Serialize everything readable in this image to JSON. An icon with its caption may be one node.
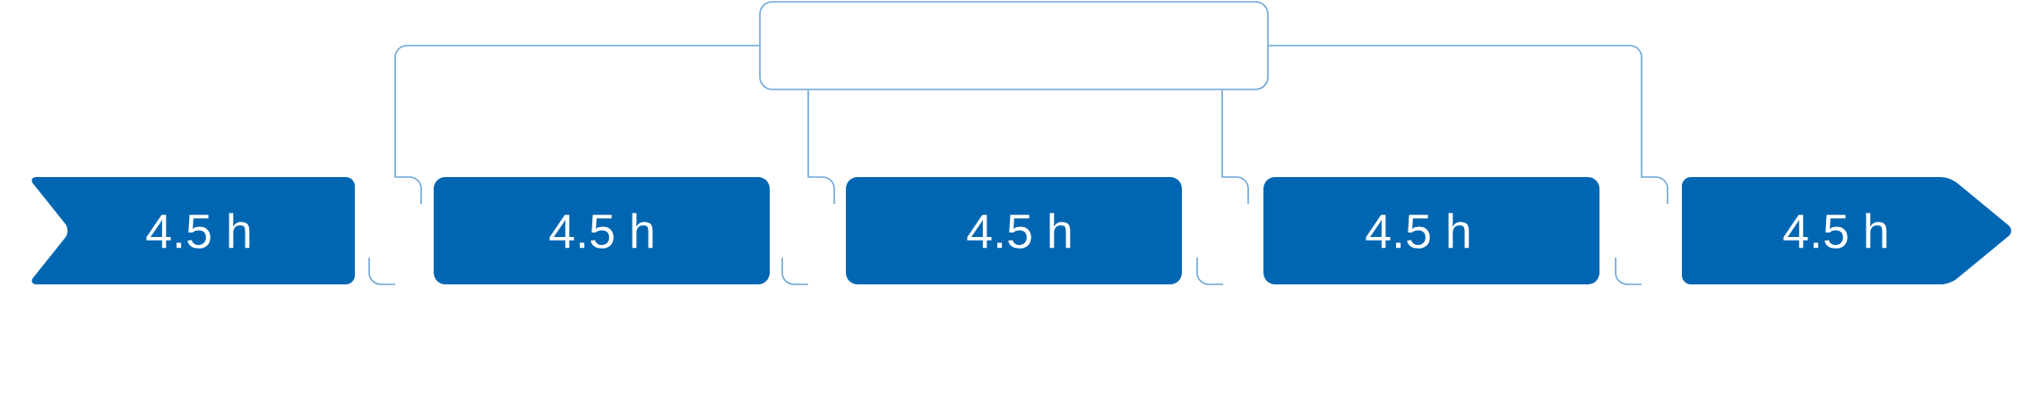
{
  "diagram": {
    "nodes": [
      {
        "text": [],
        "shape": "box"
      },
      {
        "text": [
          "4.5 h"
        ]
      },
      {
        "text": [
          "4.5 h"
        ]
      },
      {
        "text": [
          "4.5 h"
        ]
      },
      {
        "text": [
          "4.5 h"
        ]
      },
      {
        "text": [
          "4.5 h"
        ]
      }
    ],
    "edges": [
      {
        "from": 0,
        "to": 2,
        "arrow": "none"
      },
      {
        "from": 0,
        "to": 3,
        "arrow": "none"
      },
      {
        "from": 0,
        "to": 4,
        "arrow": "none"
      },
      {
        "from": 0,
        "to": 5,
        "arrow": "none"
      }
    ]
  }
}
